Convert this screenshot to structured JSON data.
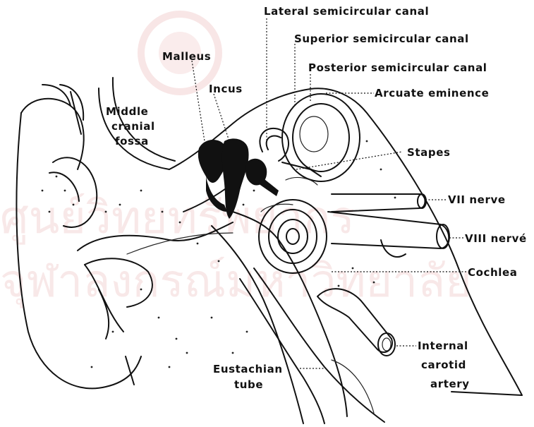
{
  "labels": {
    "lateral_semicircular_canal": "Lateral semicircular canal",
    "superior_semicircular_canal": "Superior semicircular canal",
    "posterior_semicircular_canal": "Posterior semicircular canal",
    "arcuate_eminence": "Arcuate eminence",
    "malleus": "Malleus",
    "incus": "Incus",
    "middle_cranial_fossa_1": "Middle",
    "middle_cranial_fossa_2": "cranial",
    "middle_cranial_fossa_3": "fossa",
    "stapes": "Stapes",
    "vii_nerve": "VII nerve",
    "viii_nerve": "VIII nervé",
    "cochlea": "Cochlea",
    "internal_carotid_1": "Internal",
    "internal_carotid_2": "carotid",
    "internal_carotid_3": "artery",
    "eustachian_1": "Eustachian",
    "eustachian_2": "tube"
  },
  "colors": {
    "ink": "#111111",
    "watermark": "#f3d6d6"
  }
}
